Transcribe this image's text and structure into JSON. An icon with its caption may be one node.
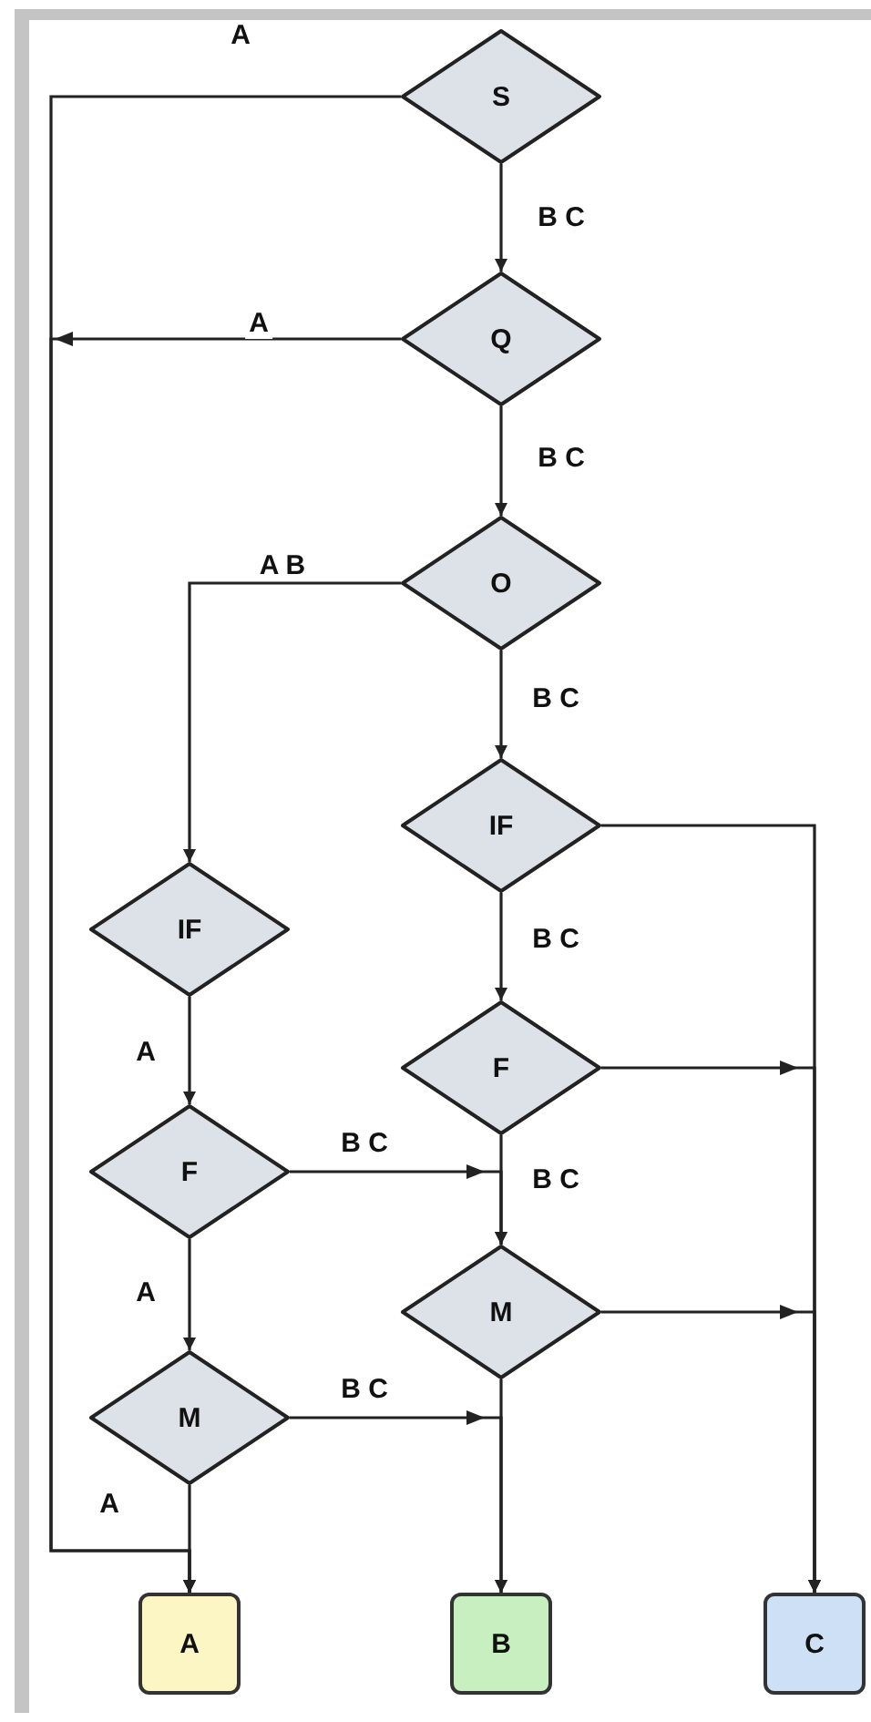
{
  "diagram": {
    "nodes": [
      {
        "text": [
          "S"
        ]
      },
      {
        "text": [
          "Q"
        ]
      },
      {
        "text": [
          "O"
        ]
      },
      {
        "text": [
          "IF"
        ]
      },
      {
        "text": [
          "IF"
        ]
      },
      {
        "text": [
          "F"
        ]
      },
      {
        "text": [
          "F"
        ]
      },
      {
        "text": [
          "M"
        ]
      },
      {
        "text": [
          "M"
        ]
      },
      {
        "text": [
          "A"
        ]
      },
      {
        "text": [
          "B"
        ]
      },
      {
        "text": [
          "C"
        ]
      }
    ],
    "edges": [
      {
        "from": 0,
        "to": 1,
        "arrow": "to",
        "label": "B C"
      },
      {
        "from": 0,
        "to": 9,
        "arrow": "to",
        "label": "A"
      },
      {
        "from": 1,
        "to": 9,
        "arrow": "to",
        "label": "A"
      },
      {
        "from": 1,
        "to": 2,
        "arrow": "to",
        "label": "B C"
      },
      {
        "from": 2,
        "to": 4,
        "arrow": "to",
        "label": "A B"
      },
      {
        "from": 2,
        "to": 3,
        "arrow": "to",
        "label": "B C"
      },
      {
        "from": 3,
        "to": 11,
        "arrow": "to"
      },
      {
        "from": 3,
        "to": 5,
        "arrow": "to",
        "label": "B C"
      },
      {
        "from": 4,
        "to": 6,
        "arrow": "to",
        "label": "A"
      },
      {
        "from": 5,
        "to": 11,
        "arrow": "to"
      },
      {
        "from": 5,
        "to": 7,
        "arrow": "to",
        "label": "B C"
      },
      {
        "from": 6,
        "to": 7,
        "arrow": "to",
        "label": "B C"
      },
      {
        "from": 6,
        "to": 8,
        "arrow": "to",
        "label": "A"
      },
      {
        "from": 7,
        "to": 11,
        "arrow": "to"
      },
      {
        "from": 7,
        "to": 10,
        "arrow": "to"
      },
      {
        "from": 8,
        "to": 10,
        "arrow": "to",
        "label": "B C"
      },
      {
        "from": 8,
        "to": 9,
        "arrow": "to",
        "label": "A"
      }
    ]
  }
}
